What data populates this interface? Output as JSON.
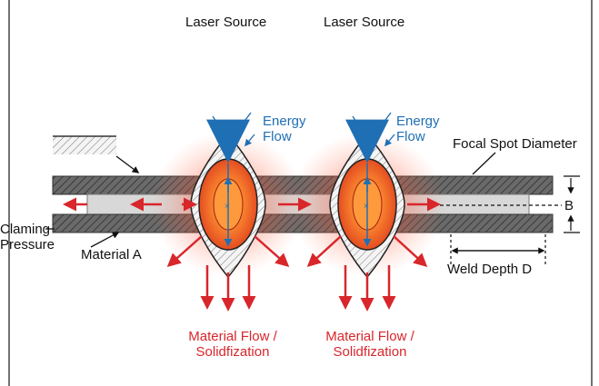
{
  "labels": {
    "laser_source_1": "Laser Source",
    "laser_source_2": "Laser Source",
    "energy_flow_1": [
      "Energy",
      "Flow"
    ],
    "energy_flow_2": [
      "Energy",
      "Flow"
    ],
    "focal_spot": "Focal Spot Diameter",
    "b": "B",
    "clamping": [
      "Claming",
      "Pressure"
    ],
    "material_a": "Material A",
    "weld_depth": "Weld Depth D",
    "material_flow_1": [
      "Material Flow /",
      "Solidfization"
    ],
    "material_flow_2": [
      "Material Flow /",
      "Solidfization"
    ]
  },
  "colors": {
    "laser_blue": "#1f6fb5",
    "flow_red": "#d8262b",
    "plate_dark": "#555555",
    "insert_light": "#d8d8d8",
    "melt_orange": "#f05a22",
    "melt_core": "#ff9a3c"
  }
}
